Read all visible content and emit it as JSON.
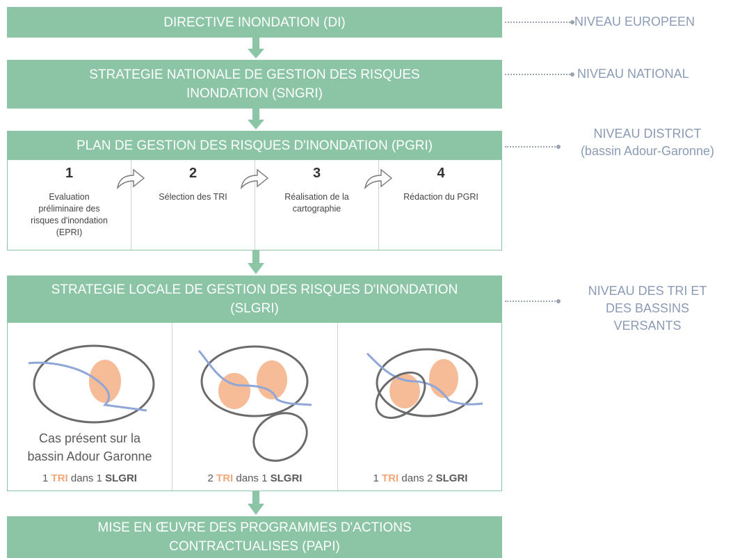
{
  "bars": {
    "di": "DIRECTIVE INONDATION (DI)",
    "sngri_line1": "STRATEGIE NATIONALE DE GESTION DES RISQUES",
    "sngri_line2": "INONDATION (SNGRI)",
    "pgri": "PLAN DE GESTION DES RISQUES D'INONDATION (PGRI)",
    "slgri_line1": "STRATEGIE LOCALE DE GESTION DES RISQUES D'INONDATION",
    "slgri_line2": "(SLGRI)",
    "papi_line1": "MISE EN ŒUVRE DES PROGRAMMES D'ACTIONS",
    "papi_line2": "CONTRACTUALISES (PAPI)"
  },
  "levels": {
    "europeen": "NIVEAU EUROPEEN",
    "national": "NIVEAU NATIONAL",
    "district_line1": "NIVEAU DISTRICT",
    "district_line2": "(bassin Adour-Garonne)",
    "tri_line1": "NIVEAU DES TRI ET",
    "tri_line2": "DES BASSINS",
    "tri_line3": "VERSANTS"
  },
  "steps": [
    {
      "num": "1",
      "lines": [
        "Evaluation",
        "préliminaire des",
        "risques d'inondation",
        "(EPRI)"
      ]
    },
    {
      "num": "2",
      "lines": [
        "Sélection des TRI"
      ]
    },
    {
      "num": "3",
      "lines": [
        "Réalisation de la",
        "cartographie"
      ]
    },
    {
      "num": "4",
      "lines": [
        "Rédaction du PGRI"
      ]
    }
  ],
  "cases": [
    {
      "note_line1": "Cas présent sur la",
      "note_line2": "bassin Adour Garonne",
      "tri_count": "1",
      "tri": "TRI",
      "dans": "dans",
      "slgri_count": "1",
      "slgri": "SLGRI"
    },
    {
      "tri_count": "2",
      "tri": "TRI",
      "dans": "dans",
      "slgri_count": "1",
      "slgri": "SLGRI"
    },
    {
      "tri_count": "1",
      "tri": "TRI",
      "dans": "dans",
      "slgri_count": "2",
      "slgri": "SLGRI"
    }
  ],
  "colors": {
    "bar": "#8bc5a5",
    "level_text": "#8b9bb5",
    "tri_zone": "#f5b48c",
    "river": "#8fa6d8",
    "basin_outline": "#6b6b6b"
  }
}
